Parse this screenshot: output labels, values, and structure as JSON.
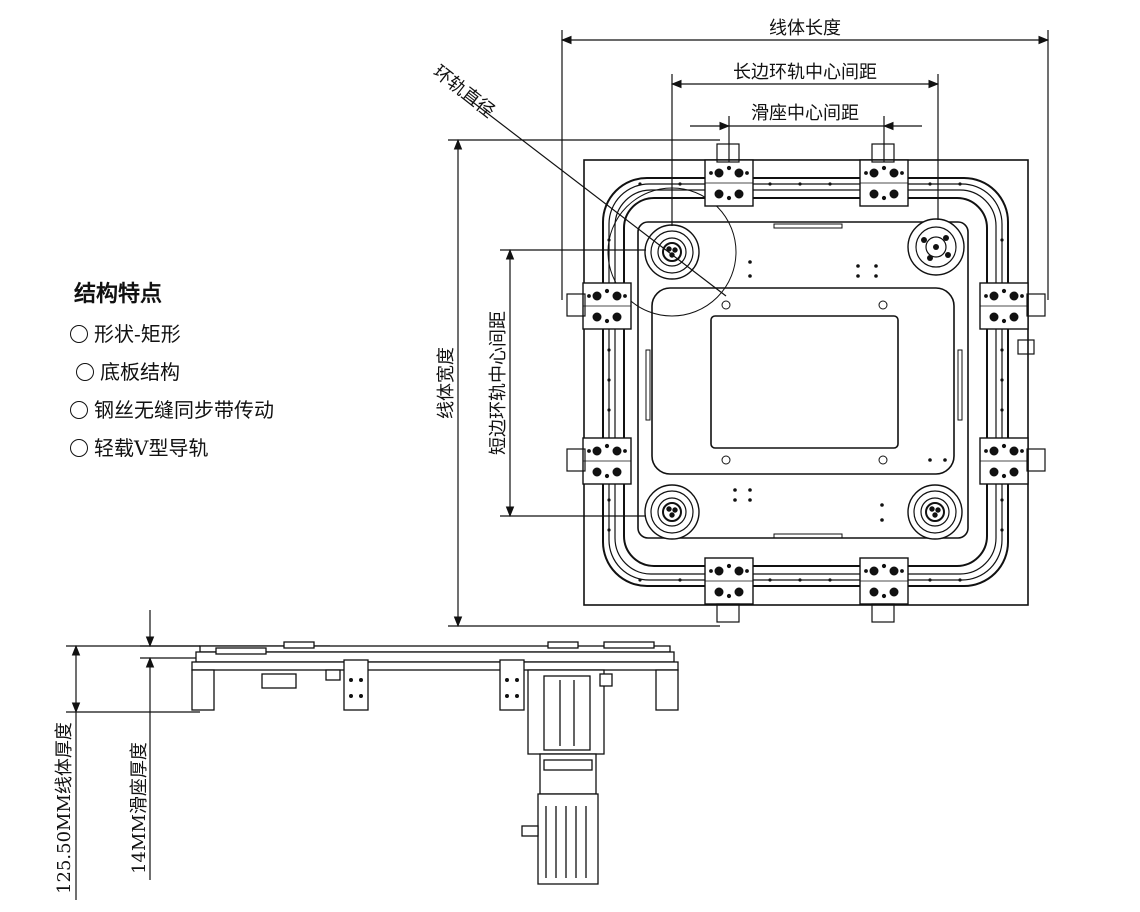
{
  "features": {
    "title": "结构特点",
    "items": [
      "形状-矩形",
      "底板结构",
      "钢丝无缝同步带传动",
      "轻载V型导轨"
    ]
  },
  "dimensions": {
    "line_length": "线体长度",
    "long_side_rail_spacing": "长边环轨中心间距",
    "carriage_spacing": "滑座中心间距",
    "rail_diameter": "环轨直径",
    "line_width": "线体宽度",
    "short_side_rail_spacing": "短边环轨中心间距",
    "line_thickness": "125.50MM线体厚度",
    "carriage_thickness": "14MM滑座厚度"
  }
}
